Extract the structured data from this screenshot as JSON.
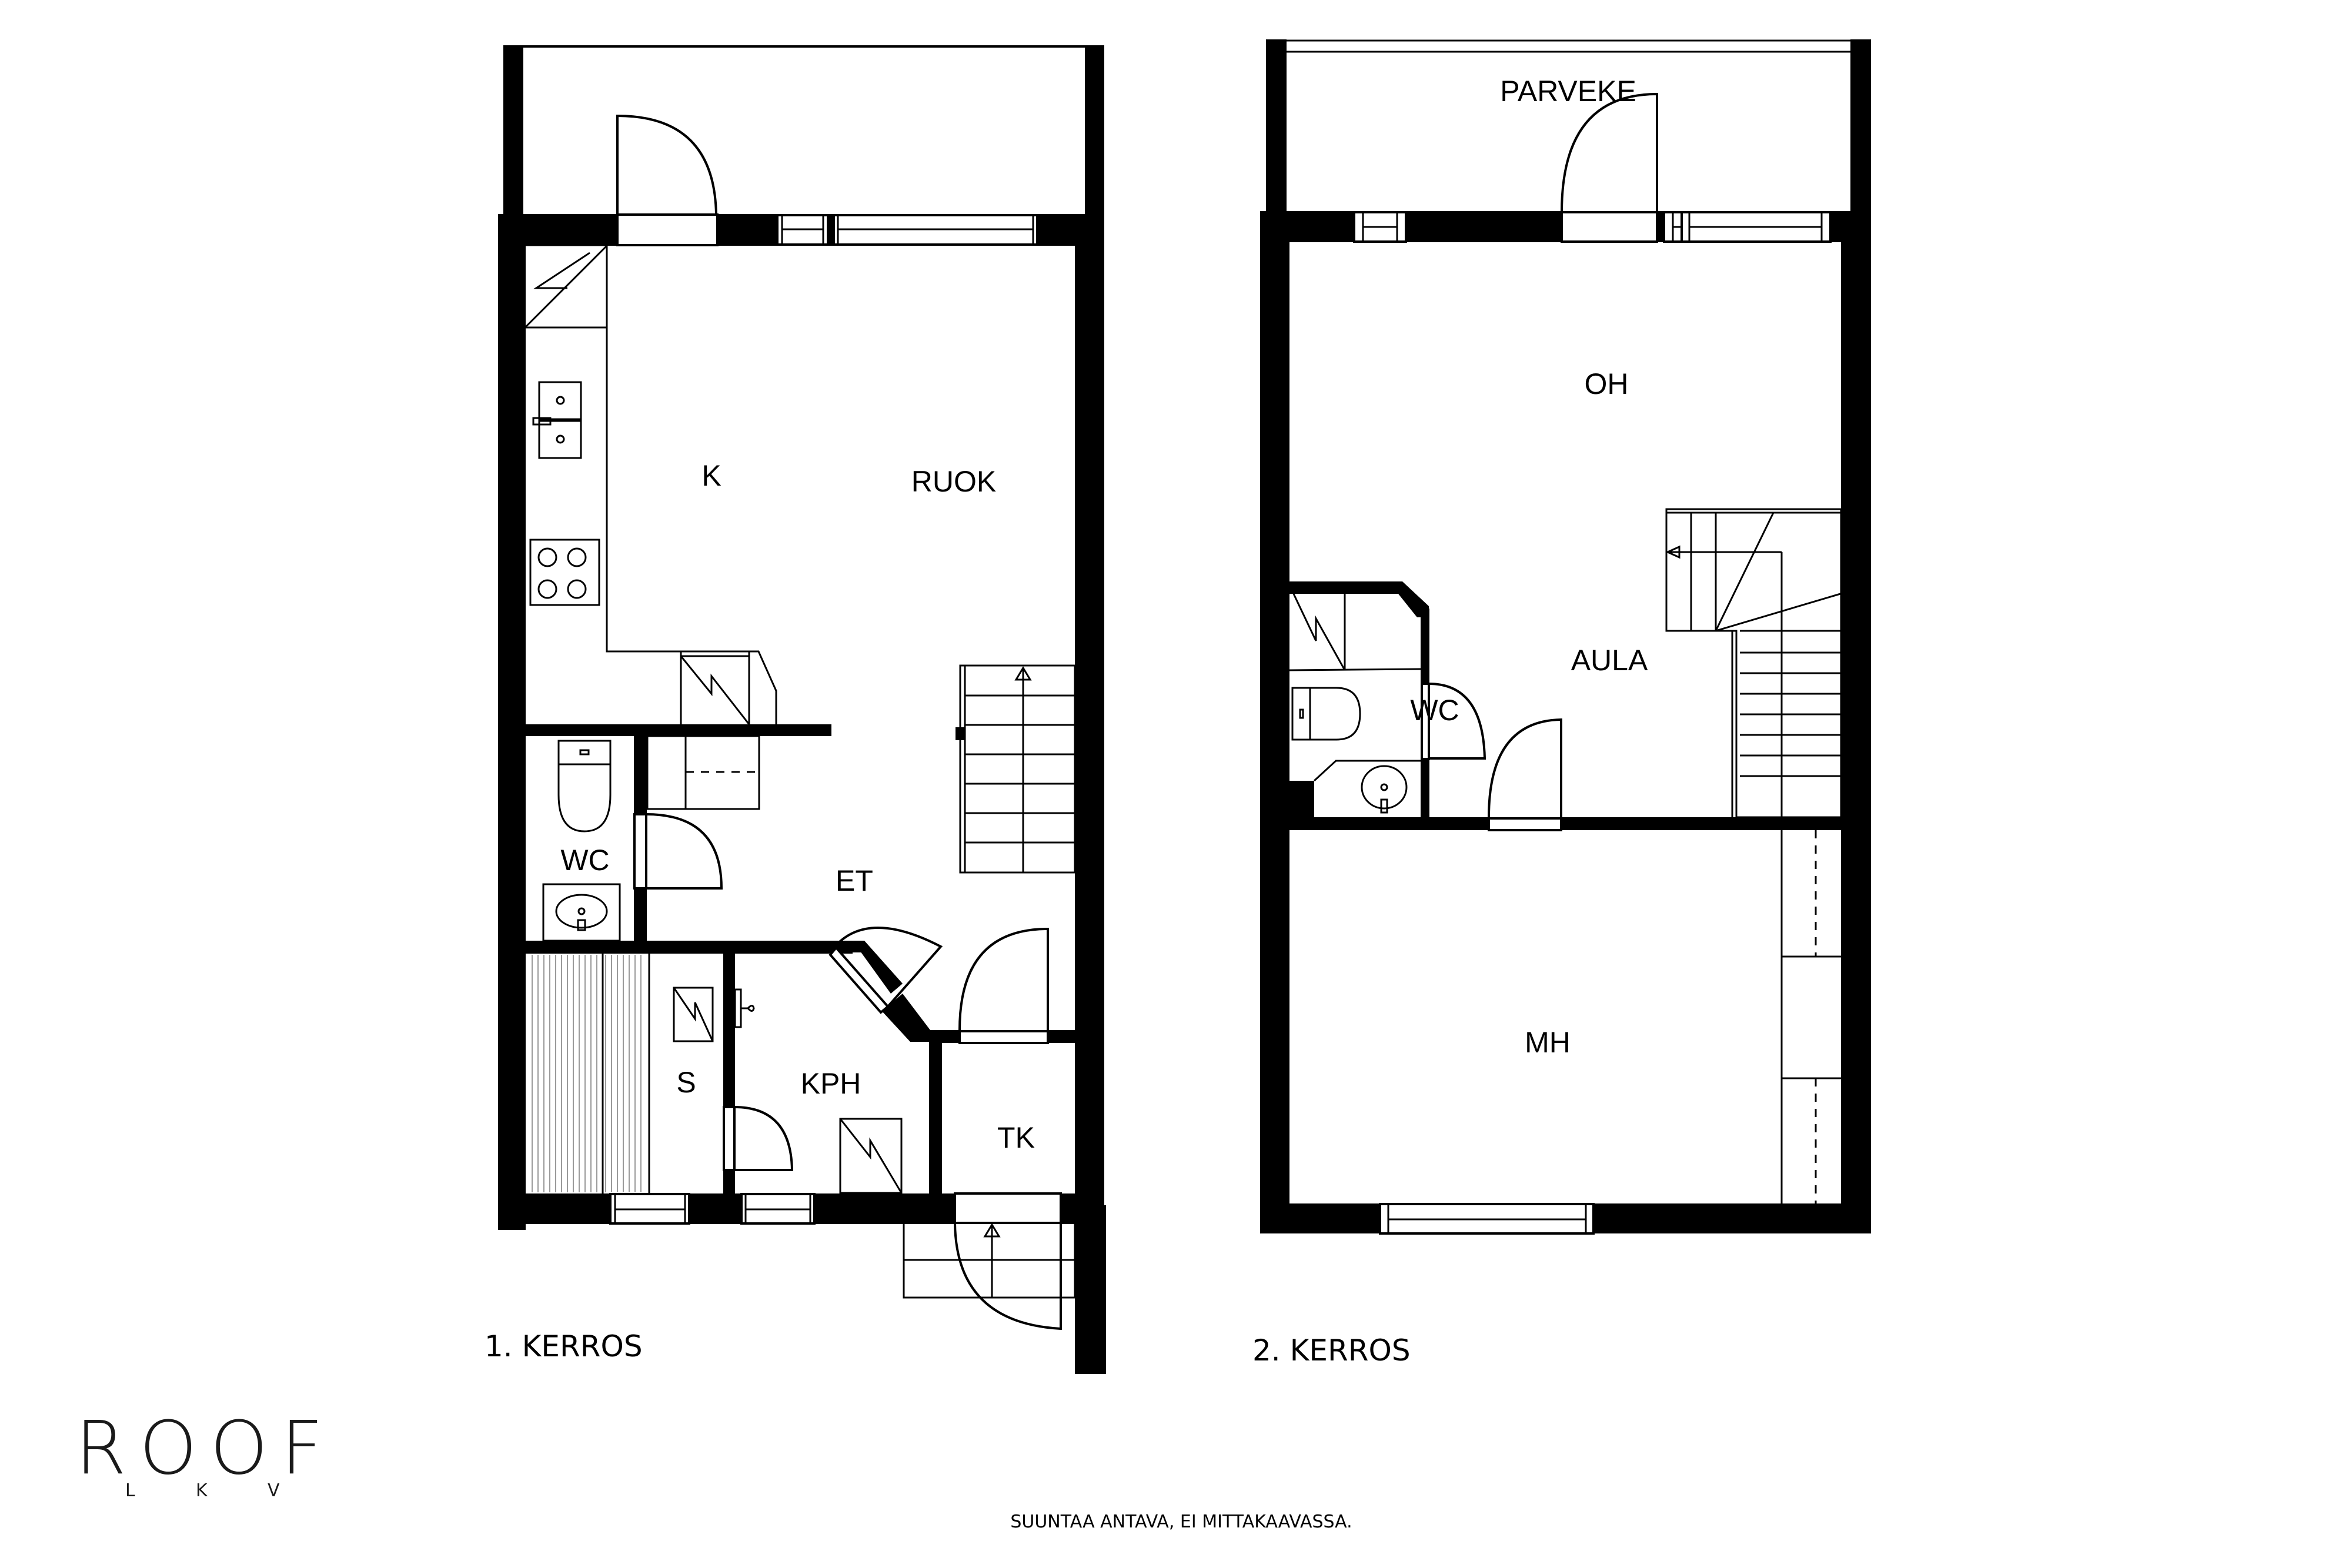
{
  "floor1": {
    "label": "1. KERROS",
    "rooms": {
      "kitchen": "K",
      "dining": "RUOK",
      "wc": "WC",
      "entrance": "ET",
      "sauna": "S",
      "bathroom": "KPH",
      "utility": "TK"
    }
  },
  "floor2": {
    "label": "2. KERROS",
    "rooms": {
      "balcony": "PARVEKE",
      "living": "OH",
      "hall": "AULA",
      "wc": "WC",
      "bedroom": "MH"
    }
  },
  "logo": {
    "main": "ROOF",
    "sub": [
      "L",
      "K",
      "V"
    ]
  },
  "disclaimer": "SUUNTAA ANTAVA, EI MITTAKAAVASSA.",
  "colors": {
    "wall": "#000000",
    "background": "#ffffff",
    "sauna_slats": "#9a9a9a"
  }
}
